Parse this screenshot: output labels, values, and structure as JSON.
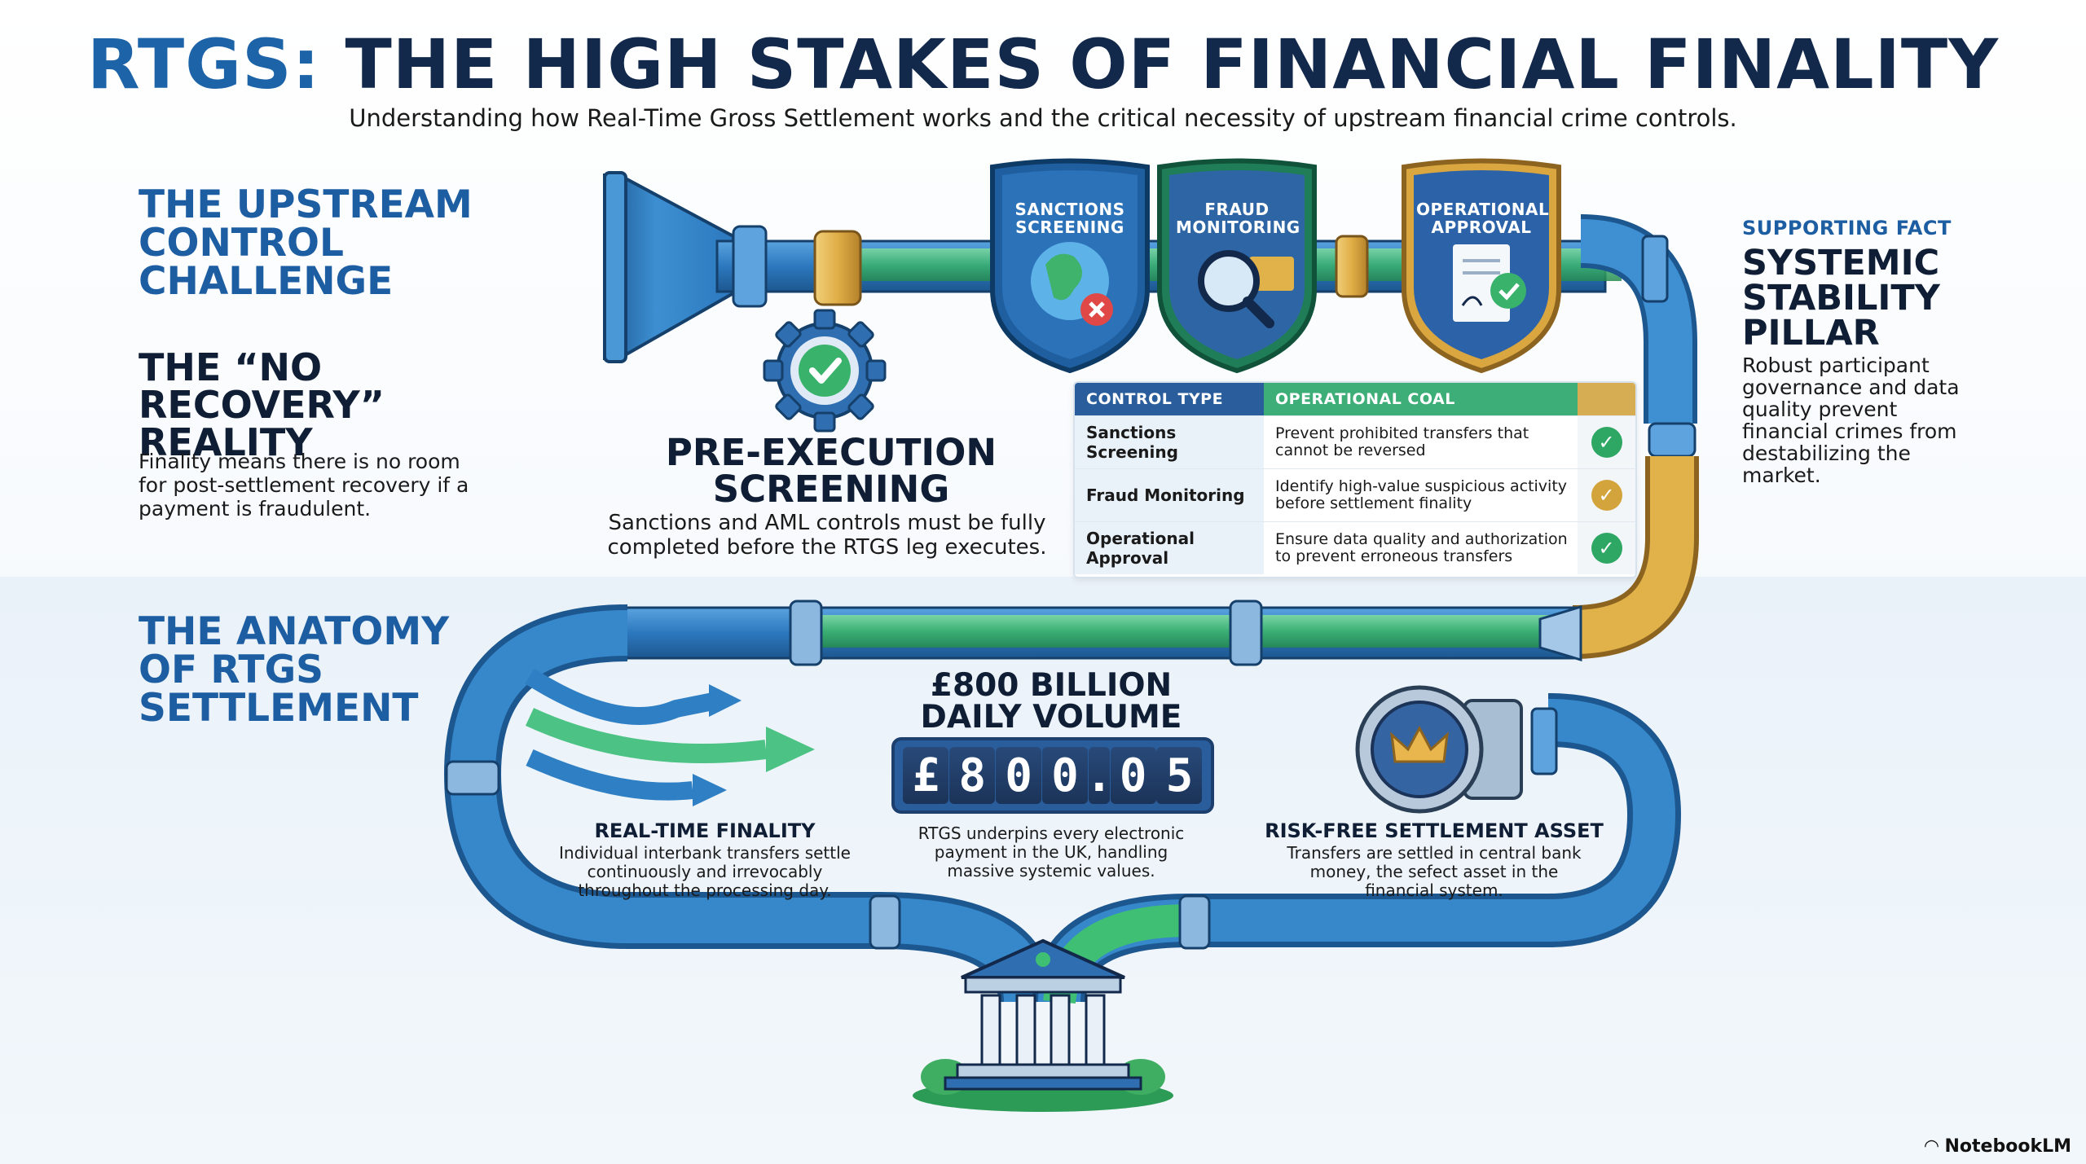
{
  "header": {
    "title_accent": "RTGS:",
    "title_rest": "THE HIGH STAKES OF FINANCIAL FINALITY",
    "subtitle": "Understanding how Real-Time Gross Settlement works and the critical necessity of upstream financial crime controls."
  },
  "left_top": {
    "heading": "THE UPSTREAM CONTROL CHALLENGE",
    "subheading": "THE “NO RECOVERY” REALITY",
    "body": "Finality means there is no room for post-settlement recovery if a payment is fraudulent."
  },
  "shields": [
    {
      "label": "SANCTIONS SCREENING",
      "icon": "globe-block-icon",
      "color": "#1f5fa0"
    },
    {
      "label": "FRAUD MONITORING",
      "icon": "magnifier-chart-icon",
      "color": "#1f8a5e"
    },
    {
      "label": "OPERATIONAL APPROVAL",
      "icon": "signed-document-icon",
      "color": "#2b62a8"
    }
  ],
  "pre_execution": {
    "heading": "PRE-EXECUTION SCREENING",
    "body": "Sanctions and AML controls must be fully completed before the RTGS leg executes."
  },
  "control_table": {
    "col_headers": [
      "CONTROL TYPE",
      "OPERATIONAL COAL"
    ],
    "rows": [
      {
        "type": "Sanctions Screening",
        "goal": "Prevent prohibited transfers that cannot be reversed",
        "status_color": "#2ea664"
      },
      {
        "type": "Fraud Monitoring",
        "goal": "Identify high-value suspicious activity before settlement finality",
        "status_color": "#d3a33c"
      },
      {
        "type": "Operational Approval",
        "goal": "Ensure data quality and authorization to prevent erroneous transfers",
        "status_color": "#2ea664"
      }
    ]
  },
  "right_fact": {
    "kicker": "SUPPORTING FACT",
    "heading": "SYSTEMIC STABILITY PILLAR",
    "body": "Robust participant governance and data quality prevent financial crimes from destabilizing the market."
  },
  "anatomy": {
    "heading": "THE ANATOMY OF RTGS SETTLEMENT"
  },
  "volume": {
    "heading": "£800 BILLION DAILY VOLUME",
    "counter": [
      "£",
      "8",
      "0",
      "0",
      ".",
      "0",
      "5"
    ],
    "body": "RTGS underpins every electronic payment in the UK, handling massive systemic values."
  },
  "finality": {
    "heading": "REAL-TIME FINALITY",
    "body": "Individual interbank transfers settle continuously and irrevocably throughout the processing day."
  },
  "risk_free": {
    "heading": "RISK-FREE SETTLEMENT ASSET",
    "body": "Transfers are settled in central bank money, the sefect asset in the financial system."
  },
  "branding": {
    "name": "NotebookLM"
  },
  "colors": {
    "navy": "#13294b",
    "accent_blue": "#1d63a8",
    "pipe_blue": "#2f7fc4",
    "pipe_green": "#3fbf74",
    "gold": "#e1b24a"
  }
}
